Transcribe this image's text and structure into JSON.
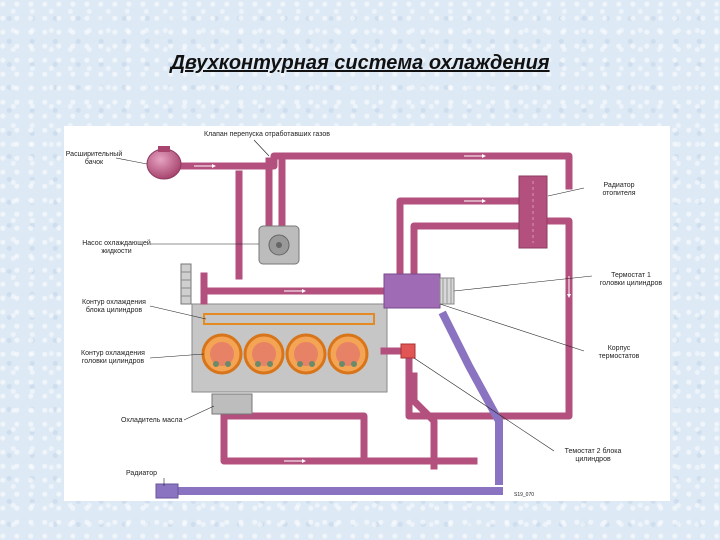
{
  "title": "Двухконтурная система охлаждения",
  "labels": {
    "bypass_valve": "Клапан перепуска отработавших газов",
    "expansion_tank_1": "Расширительный",
    "expansion_tank_2": "бачок",
    "pump_1": "Насос охлаждающей",
    "pump_2": "жидкости",
    "block_circuit_1": "Контур охлаждения",
    "block_circuit_2": "блока цилиндров",
    "head_circuit_1": "Контур охлаждения",
    "head_circuit_2": "головки цилиндров",
    "oil_cooler": "Охладитель масла",
    "radiator": "Радиатор",
    "heater_radiator_1": "Радиатор",
    "heater_radiator_2": "отопителя",
    "thermostat1_1": "Термостат 1",
    "thermostat1_2": "головки цилиндров",
    "thermostat_housing_1": "Корпус",
    "thermostat_housing_2": "термостатов",
    "thermostat2_1": "Темостат 2 блока",
    "thermostat2_2": "цилиндров",
    "figure_code": "S19_070"
  },
  "colors": {
    "hot_pipe": "#b3507d",
    "hot_pipe_edge": "#8c3a60",
    "cold_pipe": "#8a73c0",
    "cold_pipe_edge": "#6a549e",
    "engine_block": "#c9c9c9",
    "cylinder_ring": "#e38b22"
  }
}
